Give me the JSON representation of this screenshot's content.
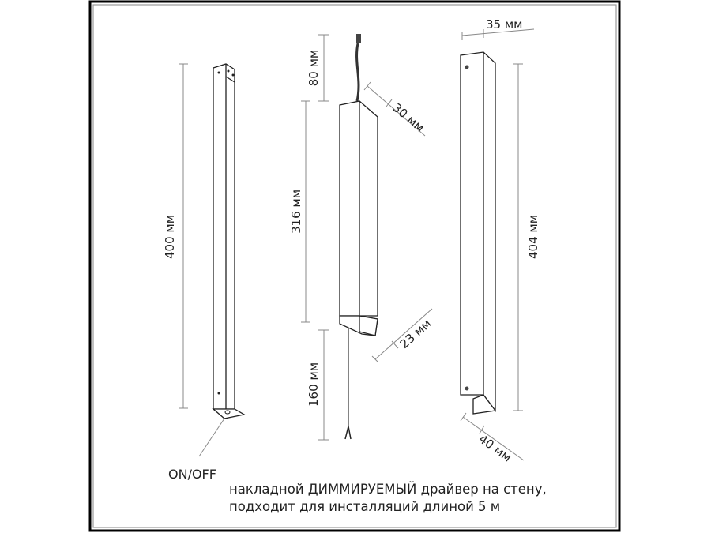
{
  "dimensions": {
    "left_height": "400 мм",
    "cable_top": "80 мм",
    "driver_depth": "30 мм",
    "driver_height": "316 мм",
    "driver_width": "23 мм",
    "cable_bottom": "160 мм",
    "right_width": "35 мм",
    "right_height": "404 мм",
    "right_depth": "40 мм"
  },
  "switch_label": "ON/OFF",
  "caption": {
    "line1": "накладной ДИММИРУЕМЫЙ драйвер на стену,",
    "line2": "подходит для инсталляций длиной 5 м"
  }
}
